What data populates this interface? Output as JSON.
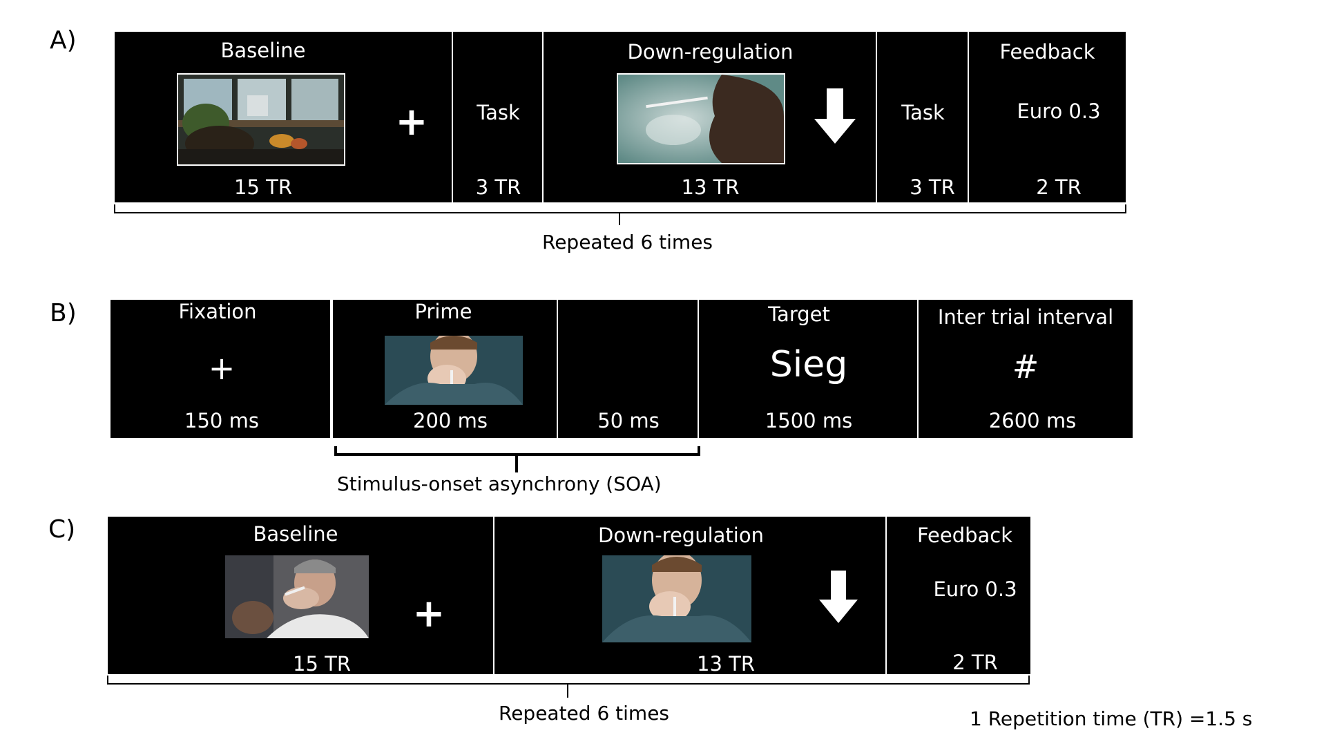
{
  "panel_a": {
    "label": "A)",
    "baseline_title": "Baseline",
    "baseline_fixation": "+",
    "baseline_duration": "15 TR",
    "task1_title": "Task",
    "task1_duration": "3 TR",
    "downreg_title": "Down-regulation",
    "downreg_duration": "13 TR",
    "task2_title": "Task",
    "task2_duration": "3 TR",
    "feedback_title": "Feedback",
    "feedback_value": "Euro 0.3",
    "feedback_duration": "2 TR",
    "repeat_caption": "Repeated 6 times"
  },
  "panel_b": {
    "label": "B)",
    "fixation_title": "Fixation",
    "fixation_symbol": "+",
    "fixation_duration": "150 ms",
    "prime_title": "Prime",
    "prime_duration": "200 ms",
    "blank_duration": "50 ms",
    "target_title": "Target",
    "target_word": "Sieg",
    "target_duration": "1500 ms",
    "iti_title": "Inter trial interval",
    "iti_symbol": "#",
    "iti_duration": "2600 ms",
    "soa_caption": "Stimulus-onset asynchrony (SOA)"
  },
  "panel_c": {
    "label": "C)",
    "baseline_title": "Baseline",
    "baseline_fixation": "+",
    "baseline_duration": "15 TR",
    "downreg_title": "Down-regulation",
    "downreg_duration": "13 TR",
    "feedback_title": "Feedback",
    "feedback_value": "Euro 0.3",
    "feedback_duration": "2 TR",
    "repeat_caption": "Repeated 6 times"
  },
  "tr_note": "1 Repetition time (TR) =1.5 s"
}
